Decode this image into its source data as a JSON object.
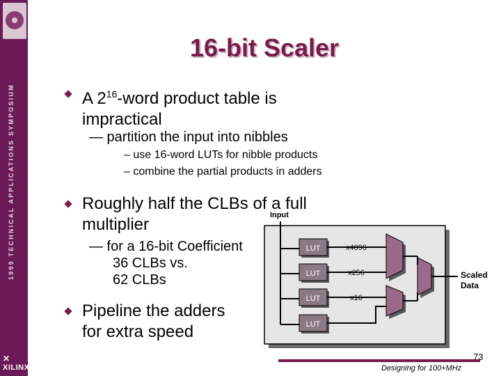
{
  "slide": {
    "title": "16-bit Scaler",
    "bullet1": {
      "pre": "A 2",
      "sup": "16",
      "post": "-word product table is",
      "line2": "impractical"
    },
    "sub1": "— partition the input into nibbles",
    "sub2a": "– use 16-word LUTs for nibble products",
    "sub2b": "– combine the partial products in adders",
    "bullet2": {
      "line1": "Roughly half the CLBs of a full",
      "line2": "multiplier"
    },
    "sub3": {
      "line1": "— for a 16-bit Coefficient",
      "line2": "36 CLBs vs.",
      "line3": "62 CLBs"
    },
    "bullet3": {
      "line1": "Pipeline the adders",
      "line2": "for extra speed"
    }
  },
  "diagram": {
    "input_label": "Input",
    "lut_label": "LUT",
    "shift_labels": [
      "x4096",
      "x256",
      "x16"
    ],
    "output_label_1": "Scaled",
    "output_label_2": "Data"
  },
  "sidebar": {
    "vertical_text": "1999 TECHNICAL APPLICATIONS SYMPOSIUM",
    "brand": "XILINX"
  },
  "footer": {
    "page": "73",
    "note": "Designing for 100+MHz"
  },
  "colors": {
    "accent": "#7a1a4c",
    "sidebar": "#6b1a55",
    "block": "#8a7a84",
    "adder": "#9a6a88"
  }
}
